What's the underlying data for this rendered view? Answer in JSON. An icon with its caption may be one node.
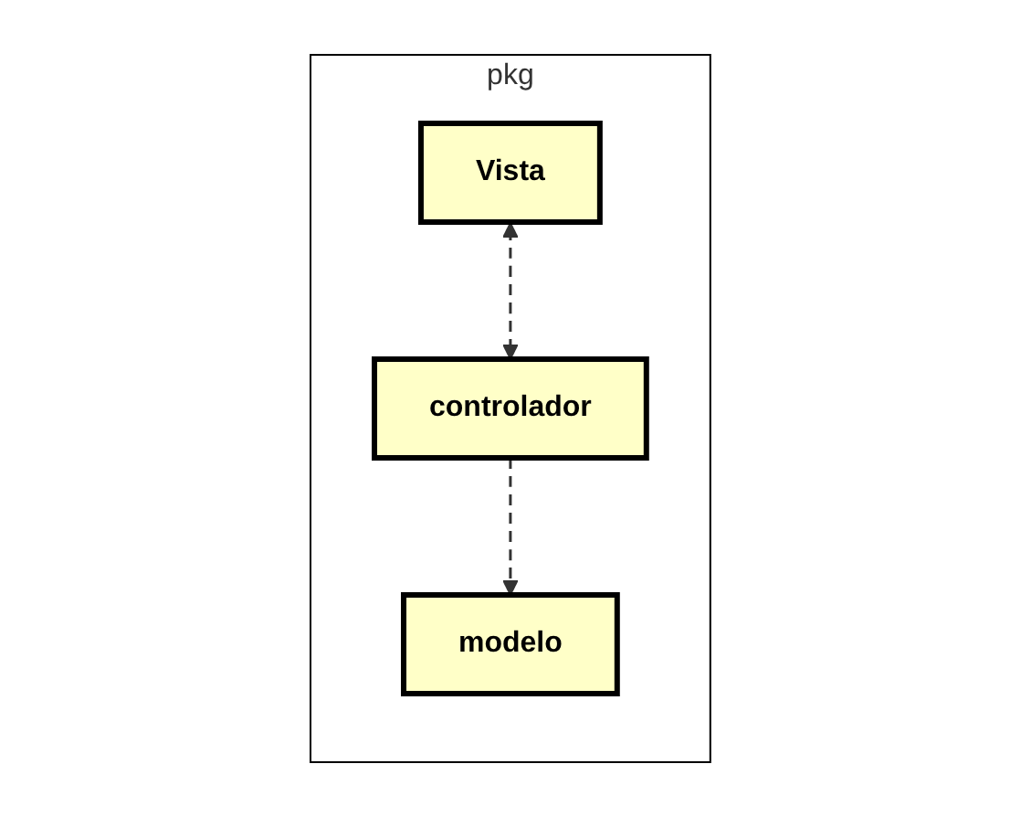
{
  "diagram": {
    "nodes": [
      {
        "text": [
          "pkg"
        ]
      },
      {
        "text": [
          "modelo"
        ],
        "in": 0
      },
      {
        "text": [
          "Vista"
        ],
        "in": 0
      },
      {
        "text": [
          "controlador"
        ],
        "in": 0
      }
    ],
    "edges": [
      {
        "from": 3,
        "to": 1,
        "arrow": "to",
        "style": "dashed"
      },
      {
        "from": 2,
        "to": 3,
        "arrow": "both",
        "style": "dashed"
      }
    ]
  }
}
